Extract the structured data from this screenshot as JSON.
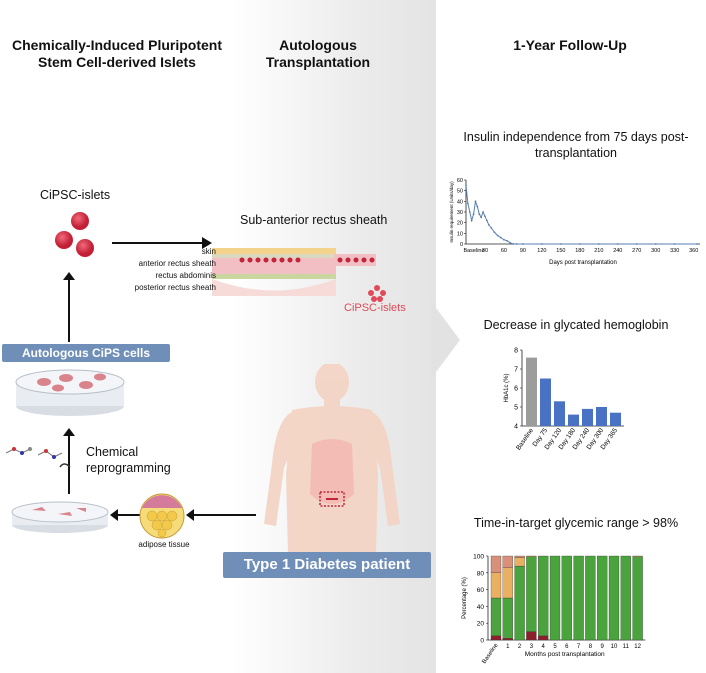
{
  "headers": {
    "col1": "Chemically-Induced Pluripotent Stem Cell-derived Islets",
    "col2": "Autologous Transplantation",
    "col3": "1-Year Follow-Up"
  },
  "left": {
    "islets_label": "CiPSC-islets",
    "cips_badge": "Autologous CiPS cells",
    "reprogramming_label": "Chemical reprogramming",
    "adipose_label": "adipose tissue"
  },
  "middle": {
    "site_title": "Sub-anterior rectus sheath",
    "layers": [
      "skin",
      "anterior rectus sheath",
      "rectus abdominis",
      "posterior rectus sheath"
    ],
    "islets_label": "CiPSC-islets",
    "patient_badge": "Type 1 Diabetes patient"
  },
  "colors": {
    "badge": "#6f8eb8",
    "bar": "#4a72c4",
    "baseline_bar": "#9c9c9c",
    "green": "#4aa33c",
    "dark_red": "#8b1f2b",
    "orange": "#e8b060",
    "salmon": "#d89078"
  },
  "chart_data": [
    {
      "type": "line",
      "title": "Insulin independence from 75 days post-transplantation",
      "xlabel": "Days post transplantation",
      "ylabel": "Insulin requirement (Units/day)",
      "xlim": [
        0,
        370
      ],
      "ylim": [
        0,
        60
      ],
      "xticks": [
        "Baseline",
        "30",
        "60",
        "90",
        "120",
        "150",
        "180",
        "210",
        "240",
        "270",
        "300",
        "330",
        "360"
      ],
      "yticks": [
        0,
        10,
        20,
        30,
        40,
        50,
        60
      ],
      "x": [
        0,
        3,
        6,
        9,
        12,
        15,
        18,
        21,
        24,
        27,
        30,
        33,
        36,
        40,
        45,
        50,
        55,
        60,
        65,
        70,
        75,
        80,
        90,
        120,
        150,
        180,
        210,
        240,
        270,
        300,
        330,
        365
      ],
      "y": [
        55,
        38,
        30,
        22,
        28,
        40,
        35,
        28,
        25,
        30,
        26,
        22,
        18,
        15,
        11,
        8,
        6,
        4,
        3,
        1,
        0,
        0,
        0,
        0,
        0,
        0,
        0,
        0,
        0,
        0,
        0,
        0
      ]
    },
    {
      "type": "bar",
      "title": "Decrease in glycated hemoglobin",
      "ylabel": "HbA1c (%)",
      "categories": [
        "Baseline",
        "Day 75",
        "Day 120",
        "Day 180",
        "Day 240",
        "Day 300",
        "Day 365"
      ],
      "values": [
        7.6,
        6.5,
        5.3,
        4.6,
        4.9,
        5.0,
        4.7
      ],
      "ylim": [
        4,
        8
      ],
      "yticks": [
        4,
        5,
        6,
        7,
        8
      ]
    },
    {
      "type": "bar",
      "stacked": true,
      "title": "Time-in-target glycemic range > 98%",
      "xlabel": "Months post transplantation",
      "ylabel": "Percentage (%)",
      "categories": [
        "Baseline",
        "1",
        "2",
        "3",
        "4",
        "5",
        "6",
        "7",
        "8",
        "9",
        "10",
        "11",
        "12"
      ],
      "xticks": [
        "Baseline",
        "1",
        "2",
        "3",
        "4",
        "5",
        "6",
        "7",
        "8",
        "9",
        "10",
        "11",
        "12"
      ],
      "ylim": [
        0,
        100
      ],
      "yticks": [
        0,
        20,
        40,
        60,
        80,
        100
      ],
      "series": [
        {
          "color": "#8b1f2b",
          "values": [
            5,
            2,
            0,
            10,
            5,
            0,
            0,
            0,
            0,
            0,
            0,
            0,
            0
          ]
        },
        {
          "color": "#4aa33c",
          "values": [
            45,
            48,
            88,
            89,
            95,
            100,
            100,
            100,
            100,
            100,
            100,
            100,
            99
          ]
        },
        {
          "color": "#e8b060",
          "values": [
            30,
            36,
            10,
            1,
            0,
            0,
            0,
            0,
            0,
            0,
            0,
            0,
            1
          ]
        },
        {
          "color": "#d89078",
          "values": [
            20,
            14,
            2,
            0,
            0,
            0,
            0,
            0,
            0,
            0,
            0,
            0,
            0
          ]
        }
      ]
    }
  ]
}
